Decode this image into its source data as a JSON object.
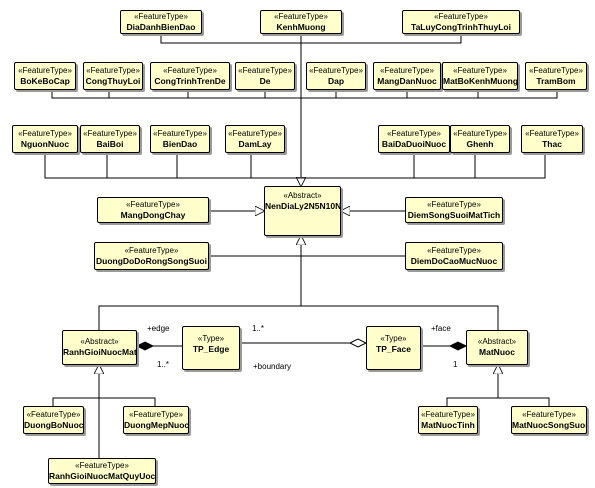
{
  "stereotypes": {
    "feature": "«FeatureType»",
    "abstract": "«Abstract»",
    "type": "«Type»"
  },
  "classes": {
    "dia_danh_bien_dao": "DiaDanhBienDao",
    "kenh_muong": "KenhMuong",
    "ta_luy": "TaLuyCongTrinhThuyLoi",
    "bo_ke_bo_cap": "BoKeBoCap",
    "cong_thuy_loi": "CongThuyLoi",
    "cong_trinh_tren_de": "CongTrinhTrenDe",
    "de": "De",
    "dap": "Dap",
    "mang_dan_nuoc": "MangDanNuoc",
    "mat_bo_kenh_muong": "MatBoKenhMuong",
    "tram_bom": "TramBom",
    "nguon_nuoc": "NguonNuoc",
    "bai_boi": "BaiBoi",
    "bien_dao": "BienDao",
    "dam_lay": "DamLay",
    "bai_da_duoi_nuoc": "BaiDaDuoiNuoc",
    "ghenh": "Ghenh",
    "thac": "Thac",
    "mang_dong_chay": "MangDongChay",
    "nen_dia_ly": "NenDiaLy2N5N10N",
    "diem_song_suoi": "DiemSongSuoiMatTich",
    "duong_do_do_rong": "DuongDoDoRongSongSuoi",
    "diem_do_cao": "DiemDoCaoMucNuoc",
    "ranh_gioi": "RanhGioiNuocMat",
    "tp_edge": "TP_Edge",
    "tp_face": "TP_Face",
    "mat_nuoc": "MatNuoc",
    "duong_bo_nuoc": "DuongBoNuoc",
    "duong_mep_nuoc": "DuongMepNuoc",
    "mat_nuoc_tinh": "MatNuocTinh",
    "mat_nuoc_song_suoi": "MatNuocSongSuoi",
    "ranh_gioi_quy_uoc": "RanhGioiNuocMatQuyUoc"
  },
  "labels": {
    "edge": "+edge",
    "edge_mult": "1..*",
    "boundary_mult": "1..*",
    "boundary": "+boundary",
    "face": "+face",
    "face_mult": "1"
  }
}
